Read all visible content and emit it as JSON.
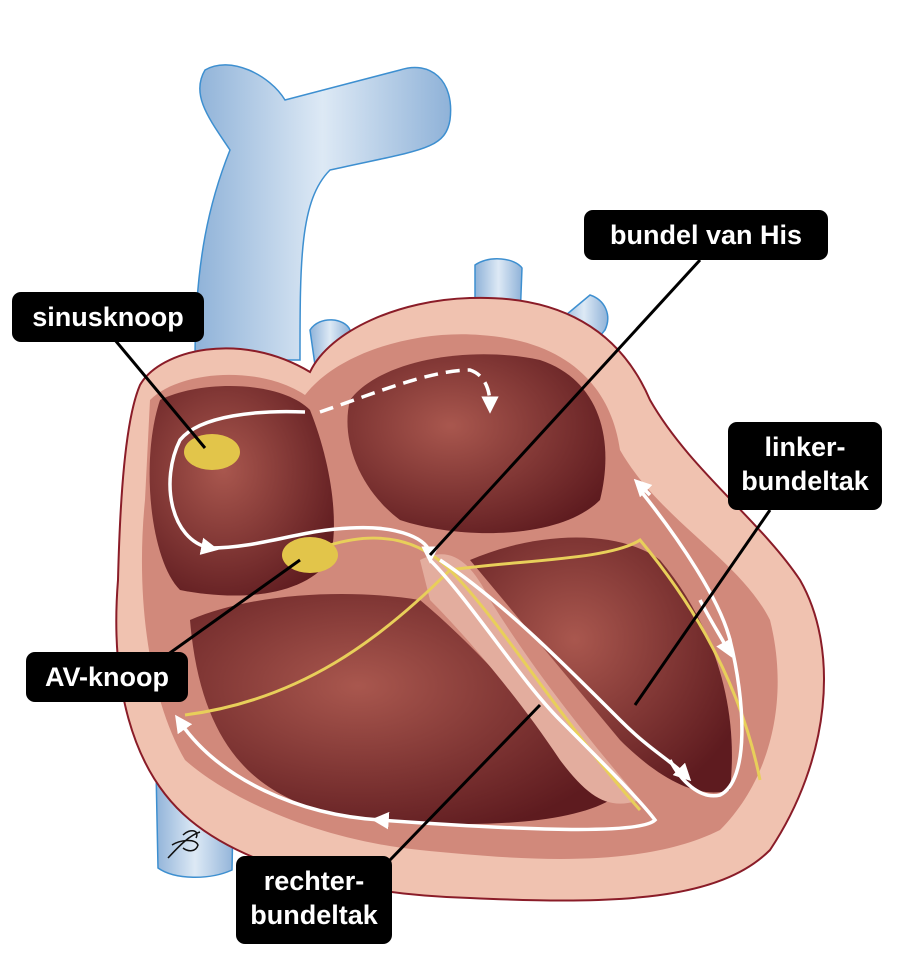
{
  "title": "Prikkelgeleidingssysteem van het hart",
  "labels": {
    "sinusknoop": "sinusknoop",
    "bundel_van_his": "bundel van His",
    "linker_bundeltak": [
      "linker-",
      "bundeltak"
    ],
    "av_knoop": "AV-knoop",
    "rechter_bundeltak": [
      "rechter-",
      "bundeltak"
    ]
  },
  "colors": {
    "vessel": "#a9c6e3",
    "vessel_edge": "#3d8fd0",
    "tissue": "#f0c2b0",
    "outline": "#8a1c28",
    "chamber": "#7e2a2a",
    "node": "#e2c54a",
    "path": "#ffffff",
    "label_bg": "#000000"
  }
}
